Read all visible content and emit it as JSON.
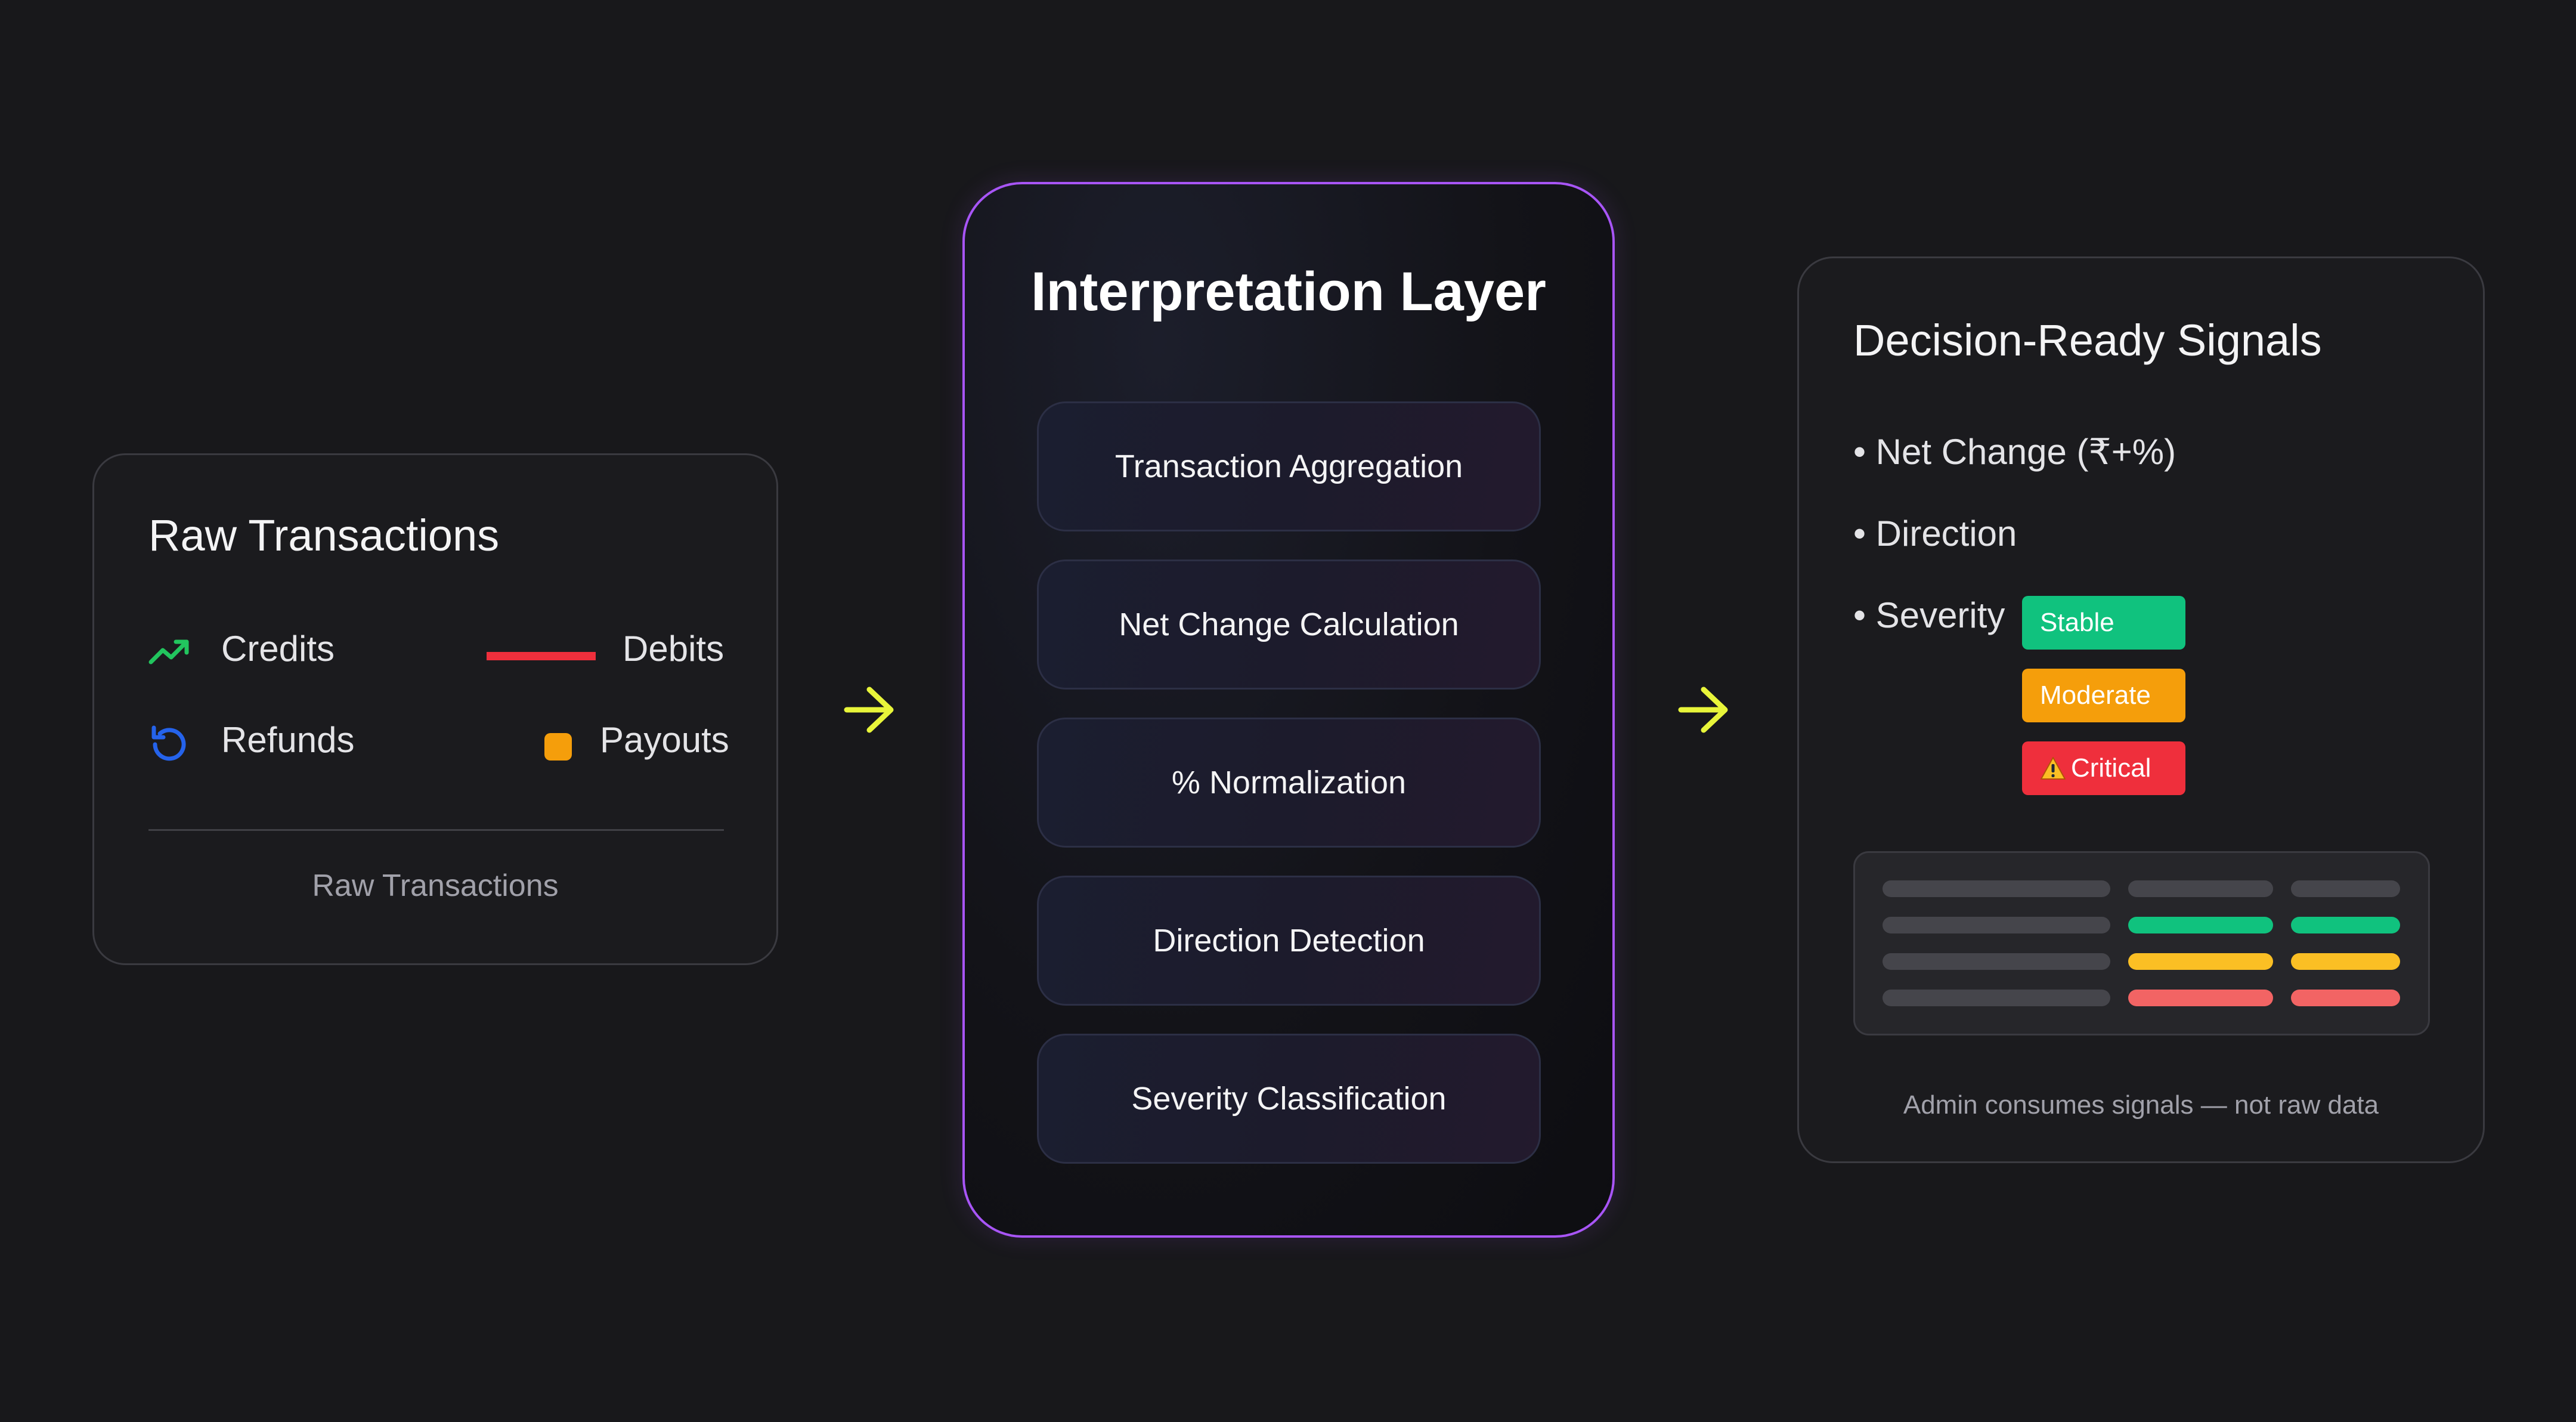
{
  "raw": {
    "title": "Raw Transactions",
    "legend": [
      {
        "label": "Credits",
        "icon": "trend-up-icon",
        "color": "#22c55e"
      },
      {
        "label": "Debits",
        "icon": "red-line-icon",
        "color": "#ef2f3c"
      },
      {
        "label": "Refunds",
        "icon": "refresh-icon",
        "color": "#2563eb"
      },
      {
        "label": "Payouts",
        "icon": "orange-square-icon",
        "color": "#f59e0b"
      }
    ],
    "footer": "Raw Transactions"
  },
  "layer": {
    "title": "Interpretation Layer",
    "accent": "#a855f7",
    "steps": [
      "Transaction Aggregation",
      "Net Change Calculation",
      "% Normalization",
      "Direction Detection",
      "Severity Classification"
    ]
  },
  "arrows": {
    "color": "#e8f53a",
    "icon": "arrow-right-icon"
  },
  "signals": {
    "title": "Decision-Ready Signals",
    "bullets": [
      "• Net Change (₹+%)",
      "• Direction",
      "• Severity"
    ],
    "badges": [
      {
        "label": "Stable",
        "color": "#10c27e"
      },
      {
        "label": "Moderate",
        "color": "#f59e0b"
      },
      {
        "label": "Critical",
        "color": "#ef2f3c",
        "icon": "warning-icon"
      }
    ],
    "table_colors": {
      "neutral": "#45454b",
      "green": "#10c27e",
      "yellow": "#fbbf24",
      "red": "#f26464"
    },
    "footer": "Admin consumes signals — not raw data"
  }
}
